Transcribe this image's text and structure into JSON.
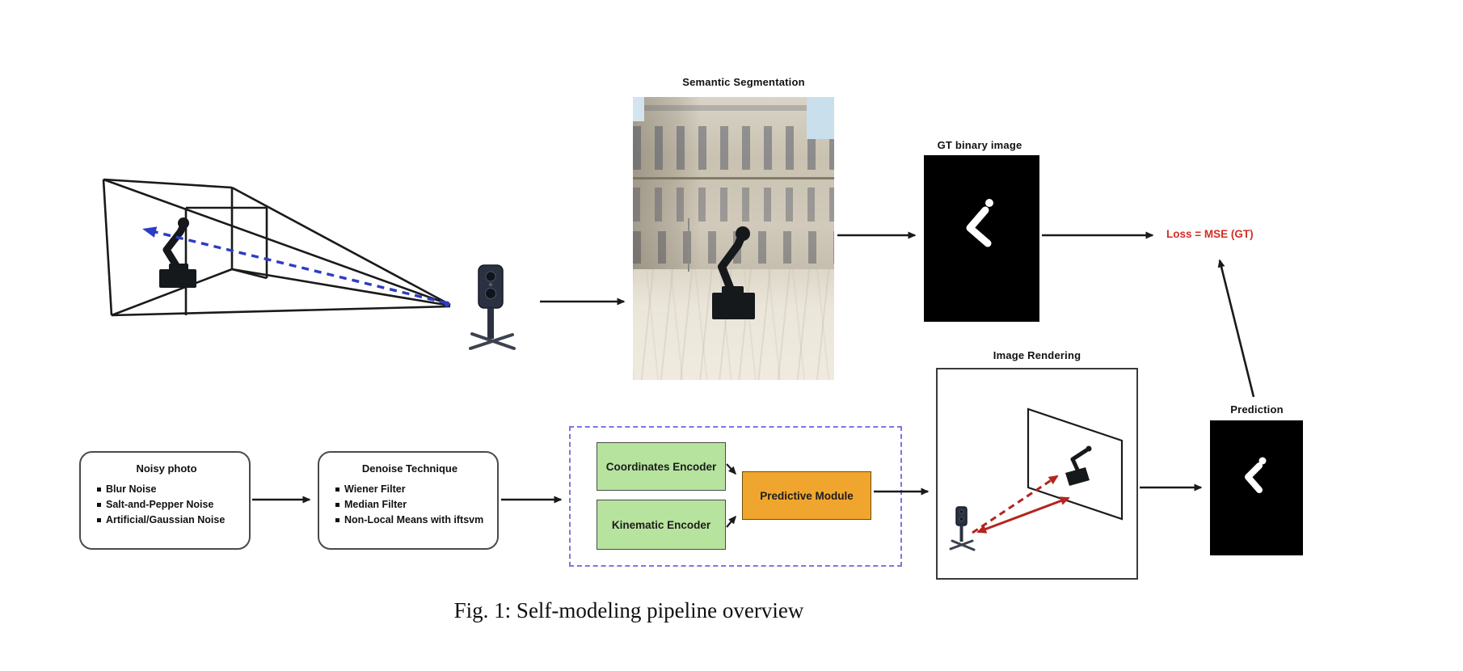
{
  "figure": {
    "caption": "Fig. 1: Self-modeling pipeline overview"
  },
  "top_row": {
    "semantic_segmentation": {
      "label": "Semantic Segmentation"
    },
    "gt_binary": {
      "label": "GT binary image"
    },
    "loss": {
      "label": "Loss = MSE (GT)"
    }
  },
  "bottom_row": {
    "noisy_photo": {
      "title": "Noisy photo",
      "items": [
        "Blur Noise",
        "Salt-and-Pepper Noise",
        "Artificial/Gaussian Noise"
      ]
    },
    "denoise": {
      "title": "Denoise Technique",
      "items": [
        "Wiener Filter",
        "Median Filter",
        "Non-Local Means with iftsvm"
      ]
    },
    "encoders": {
      "coordinates": "Coordinates Encoder",
      "kinematic": "Kinematic Encoder"
    },
    "predictive_module": {
      "label": "Predictive Module"
    },
    "image_rendering": {
      "label": "Image Rendering"
    },
    "prediction": {
      "label": "Prediction"
    }
  },
  "colors": {
    "encoder-green": "#b6e39e",
    "module-orange": "#f0a62e",
    "dashed-violet": "#7878de",
    "arrow-red": "#b3251e",
    "loss-red": "#d12f28",
    "ray-blue": "#2d3cc4"
  }
}
